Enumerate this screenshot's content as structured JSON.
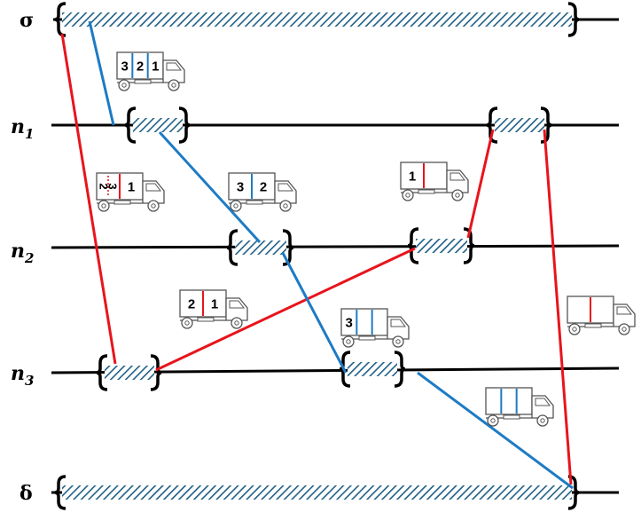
{
  "rows": [
    {
      "id": "sigma",
      "label": "σ",
      "sub": ""
    },
    {
      "id": "n1",
      "label": "n",
      "sub": "1"
    },
    {
      "id": "n2",
      "label": "n",
      "sub": "2"
    },
    {
      "id": "n3",
      "label": "n",
      "sub": "3"
    },
    {
      "id": "delta",
      "label": "δ",
      "sub": ""
    }
  ],
  "colors": {
    "red_route": "#e8141c",
    "blue_route": "#1d7bc4",
    "hatch": "#1f5f86",
    "line": "#000000"
  },
  "trucks": [
    {
      "id": "truck-a",
      "cargo": [
        "3",
        "2",
        "1"
      ],
      "dividers": [
        "blue",
        "blue"
      ]
    },
    {
      "id": "truck-b",
      "cargo": [
        "2",
        "3",
        "1"
      ],
      "stacked_first": true,
      "dividers": [
        "red"
      ]
    },
    {
      "id": "truck-c",
      "cargo": [
        "3",
        "2"
      ],
      "dividers": [
        "blue"
      ]
    },
    {
      "id": "truck-d",
      "cargo": [
        "1"
      ],
      "dividers": [
        "red"
      ]
    },
    {
      "id": "truck-e",
      "cargo": [
        "2",
        "1"
      ],
      "dividers": [
        "red"
      ]
    },
    {
      "id": "truck-f",
      "cargo": [
        "3"
      ],
      "dividers": [
        "blue",
        "blue"
      ]
    },
    {
      "id": "truck-g",
      "cargo": [],
      "dividers": [
        "red"
      ]
    },
    {
      "id": "truck-h",
      "cargo": [],
      "dividers": [
        "blue",
        "blue"
      ]
    }
  ]
}
